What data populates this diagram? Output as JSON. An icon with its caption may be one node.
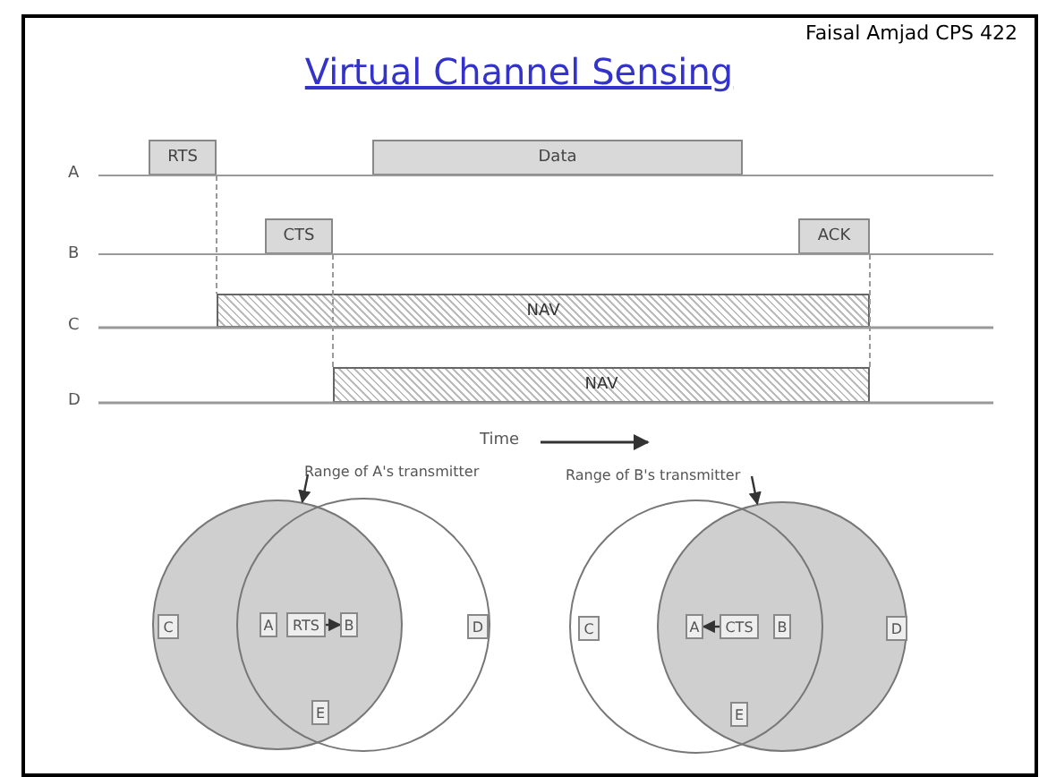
{
  "diagram": {
    "title": "Virtual Channel Sensing",
    "nodes": [
      {
        "text": [
          "RTS"
        ]
      },
      {
        "text": [
          "Data"
        ]
      },
      {
        "text": [
          "CTS"
        ]
      },
      {
        "text": [
          "ACK"
        ]
      },
      {
        "text": [
          "NAV"
        ]
      },
      {
        "text": [
          "NAV"
        ]
      },
      {
        "text": [
          "Range of A's transmitter"
        ]
      },
      {
        "text": [
          "Range of B's transmitter"
        ]
      },
      {
        "text": [],
        "shape": "circle"
      },
      {
        "text": [],
        "shape": "circle"
      },
      {
        "text": [
          "C"
        ],
        "in": 8
      },
      {
        "text": [
          "A"
        ]
      },
      {
        "text": [
          "RTS"
        ]
      },
      {
        "text": [
          "B"
        ]
      },
      {
        "text": [
          "D"
        ],
        "in": 9
      },
      {
        "text": [
          "E"
        ]
      },
      {
        "text": [],
        "shape": "circle"
      },
      {
        "text": [],
        "shape": "circle"
      },
      {
        "text": [
          "C"
        ],
        "in": 16
      },
      {
        "text": [
          "A"
        ]
      },
      {
        "text": [
          "CTS"
        ]
      },
      {
        "text": [
          "B"
        ]
      },
      {
        "text": [
          "D"
        ],
        "in": 17
      },
      {
        "text": [
          "E"
        ]
      }
    ],
    "edges": [
      {
        "from": 6,
        "to": 8,
        "arrow": "to"
      },
      {
        "from": 7,
        "to": 17,
        "arrow": "to"
      },
      {
        "from": 12,
        "to": 13,
        "arrow": "to"
      },
      {
        "from": 20,
        "to": 19,
        "arrow": "to"
      }
    ],
    "labels": [
      "Faisal  Amjad CPS 422",
      "A",
      "B",
      "C",
      "D",
      "Time"
    ]
  }
}
